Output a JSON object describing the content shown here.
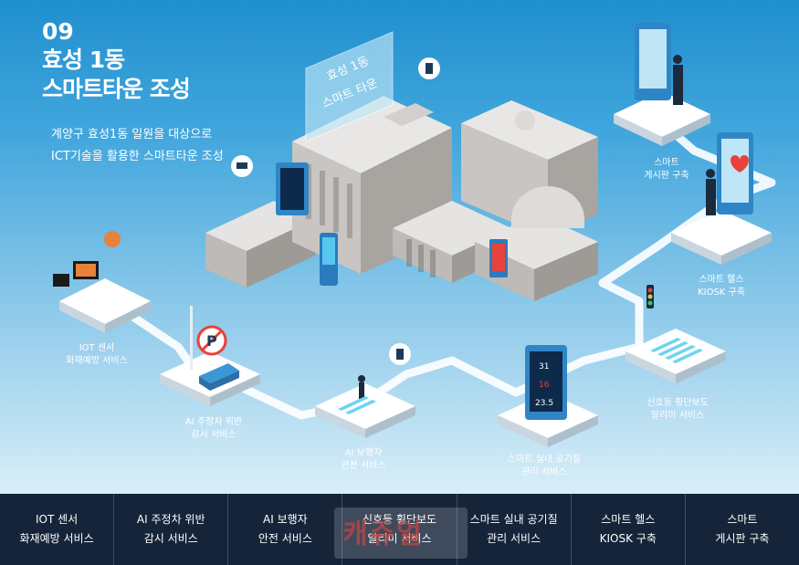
{
  "header": {
    "number": "09",
    "title_line1": "효성 1동",
    "title_line2": "스마트타운 조성"
  },
  "description": {
    "line1": "계양구 효성1동 일원을 대상으로",
    "line2": "ICT기술을 활용한 스마트타운 조성"
  },
  "billboard": {
    "line1": "효성 1동",
    "line2": "스마트 타운"
  },
  "stations": [
    {
      "line1": "IOT 센서",
      "line2": "화재예방 서비스"
    },
    {
      "line1": "AI 주정차 위반",
      "line2": "감시 서비스"
    },
    {
      "line1": "AI 보행자",
      "line2": "안전 서비스"
    },
    {
      "line1": "스마트 실내 공기질",
      "line2": "관리 서비스"
    },
    {
      "line1": "신호등 횡단보도",
      "line2": "알리미 서비스"
    },
    {
      "line1": "스마트 헬스",
      "line2": "KIOSK 구축"
    },
    {
      "line1": "스마트",
      "line2": "게시판 구축"
    }
  ],
  "air_display": {
    "v1": "31",
    "v2": "16",
    "v3": "23.5"
  },
  "parking_sign": "P",
  "watermark": "캐쥬얼",
  "bottom_bar": [
    {
      "line1": "IOT 센서",
      "line2": "화재예방 서비스"
    },
    {
      "line1": "AI 주정차 위반",
      "line2": "감시 서비스"
    },
    {
      "line1": "AI 보행자",
      "line2": "안전 서비스"
    },
    {
      "line1": "신호등 횡단보도",
      "line2": "알리미 서비스"
    },
    {
      "line1": "스마트 실내 공기질",
      "line2": "관리 서비스"
    },
    {
      "line1": "스마트 헬스",
      "line2": "KIOSK 구축"
    },
    {
      "line1": "스마트",
      "line2": "게시판 구축"
    }
  ],
  "colors": {
    "sky_top": "#1f8fce",
    "sky_bottom": "#d9eef8",
    "bar": "#152439",
    "accent_red": "#e8423a",
    "screen_cyan": "#35c4e8"
  }
}
